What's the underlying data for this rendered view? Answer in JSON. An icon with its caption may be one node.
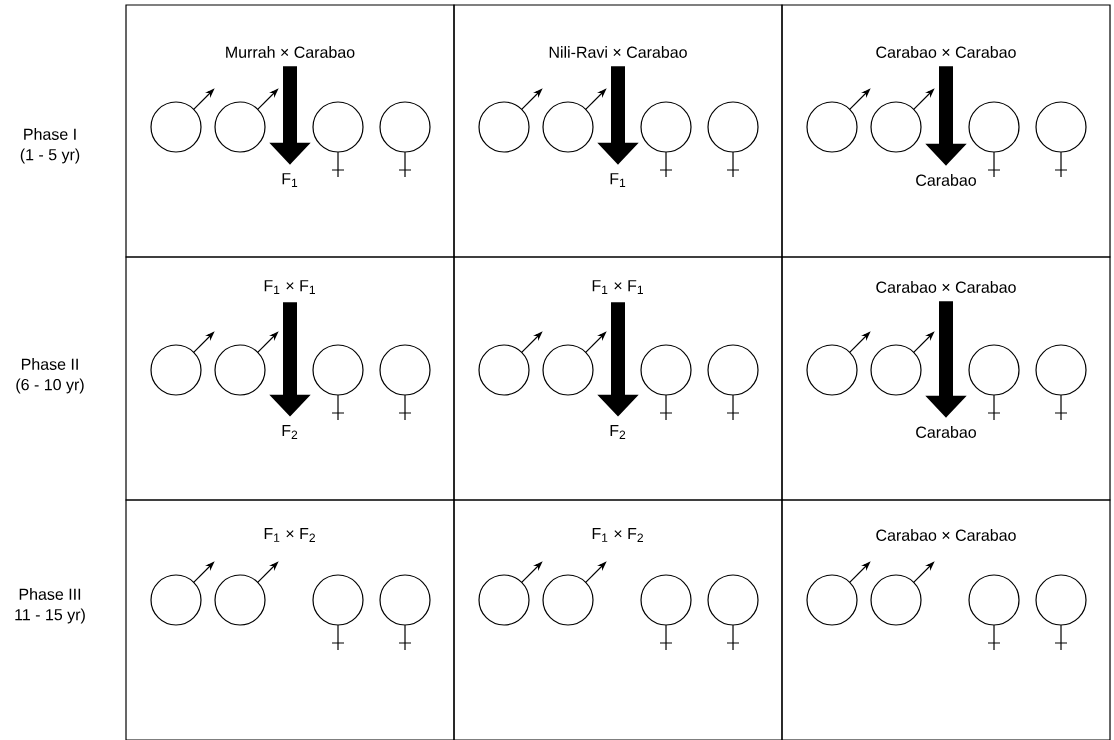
{
  "diagram": {
    "nodes": [
      {
        "text": [],
        "shape": "box"
      },
      {
        "text": [
          "Murrah × Carabao"
        ],
        "in": 0
      },
      {
        "text": [
          "F$_{1}$"
        ],
        "in": 0
      },
      {
        "text": [],
        "shape": "box"
      },
      {
        "text": [
          "Nili-Ravi × Carabao"
        ],
        "in": 3
      },
      {
        "text": [
          "F$_{1}$"
        ],
        "in": 3
      },
      {
        "text": [],
        "shape": "box"
      },
      {
        "text": [
          "Carabao × Carabao"
        ],
        "in": 6
      },
      {
        "text": [
          "Carabao"
        ],
        "in": 6
      },
      {
        "text": [],
        "shape": "box"
      },
      {
        "text": [
          "F$_{1}$ × F$_{1}$"
        ],
        "in": 9
      },
      {
        "text": [
          "F$_{2}$"
        ],
        "in": 9
      },
      {
        "text": [],
        "shape": "box"
      },
      {
        "text": [
          "F$_{1}$ × F$_{1}$"
        ],
        "in": 12
      },
      {
        "text": [
          "F$_{2}$"
        ],
        "in": 12
      },
      {
        "text": [],
        "shape": "box"
      },
      {
        "text": [
          "Carabao × Carabao"
        ],
        "in": 15
      },
      {
        "text": [
          "Carabao"
        ],
        "in": 15
      },
      {
        "text": [],
        "shape": "box"
      },
      {
        "text": [
          "F$_{1}$ × F$_{2}$"
        ],
        "in": 18
      },
      {
        "text": [],
        "shape": "box"
      },
      {
        "text": [
          "F$_{1}$ × F$_{2}$"
        ],
        "in": 20
      },
      {
        "text": [],
        "shape": "box"
      },
      {
        "text": [
          "Carabao × Carabao"
        ],
        "in": 22
      }
    ],
    "edges": [
      {
        "from": 1,
        "to": 2,
        "arrow": "to"
      },
      {
        "from": 4,
        "to": 5,
        "arrow": "to"
      },
      {
        "from": 7,
        "to": 8,
        "arrow": "to"
      },
      {
        "from": 10,
        "to": 11,
        "arrow": "to"
      },
      {
        "from": 13,
        "to": 14,
        "arrow": "to"
      },
      {
        "from": 16,
        "to": 17,
        "arrow": "to"
      }
    ],
    "labels": [
      "Phase I",
      "(1 - 5 yr)",
      "Phase II",
      "(6 - 10 yr)",
      "Phase III",
      "11 - 15 yr)"
    ]
  }
}
